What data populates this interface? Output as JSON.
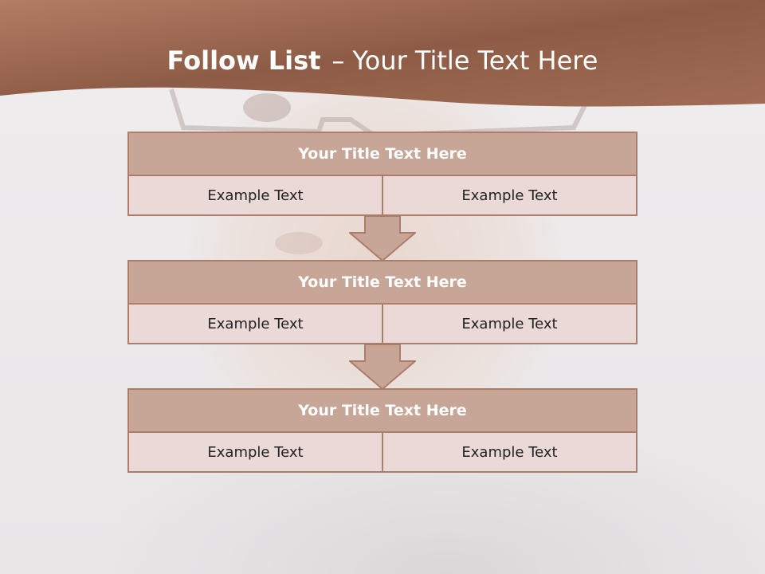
{
  "slide": {
    "title_bold": "Follow List",
    "title_sep": "–",
    "title_rest": "Your Title Text Here"
  },
  "blocks": [
    {
      "title": "Your Title Text Here",
      "left": "Example Text",
      "right": "Example Text"
    },
    {
      "title": "Your Title Text Here",
      "left": "Example Text",
      "right": "Example Text"
    },
    {
      "title": "Your Title Text Here",
      "left": "Example Text",
      "right": "Example Text"
    }
  ],
  "colors": {
    "header": "#9a6a55",
    "box_head": "#c7a697",
    "box_cell": "#ead9d7",
    "border": "#ad7d6c"
  },
  "icons": [
    "down-arrow-icon"
  ]
}
